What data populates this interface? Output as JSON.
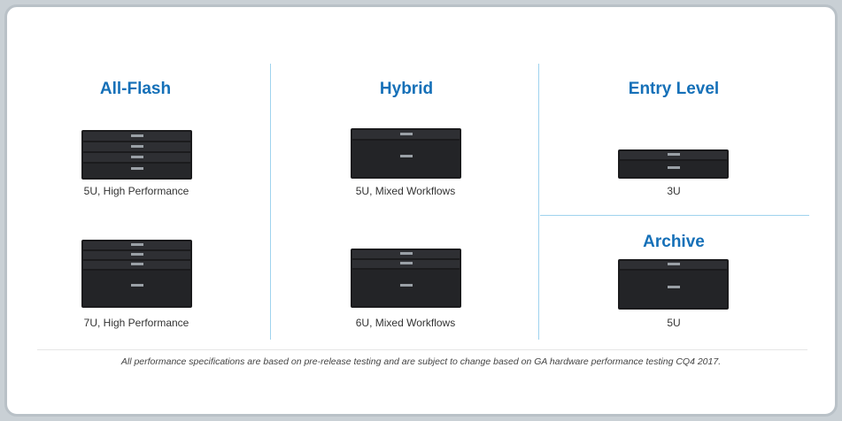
{
  "columns": [
    {
      "heading": "All-Flash"
    },
    {
      "heading": "Hybrid"
    },
    {
      "heading": "Entry Level"
    }
  ],
  "archive_heading": "Archive",
  "products": [
    {
      "caption": "5U, High Performance"
    },
    {
      "caption": "7U, High Performance"
    },
    {
      "caption": "5U, Mixed Workflows"
    },
    {
      "caption": "6U, Mixed Workflows"
    },
    {
      "caption": "3U"
    },
    {
      "caption": "5U"
    }
  ],
  "footnote": "All performance specifications are based on pre-release testing and are subject to change based on GA hardware performance testing CQ4 2017."
}
